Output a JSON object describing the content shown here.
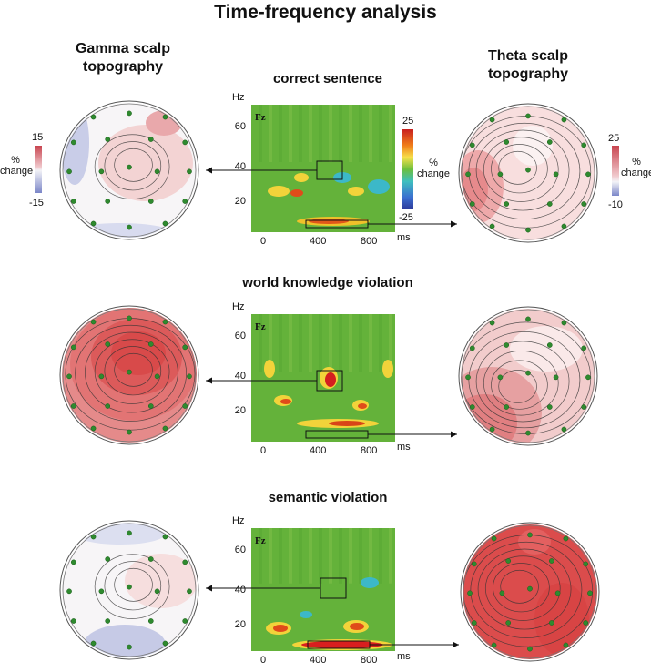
{
  "figure": {
    "title": "Time-frequency analysis"
  },
  "columns": {
    "gamma": "Gamma scalp\ntopography",
    "theta": "Theta scalp\ntopography"
  },
  "colorbars": {
    "gamma": {
      "max": "15",
      "min": "-15",
      "unit": "%\nchange"
    },
    "spectrogram": {
      "max": "25",
      "min": "-25",
      "unit": "%\nchange"
    },
    "theta": {
      "max": "25",
      "min": "-10",
      "unit": "%\nchange"
    }
  },
  "spectrogram_axes": {
    "y_unit": "Hz",
    "y_ticks": [
      "60",
      "40",
      "20"
    ],
    "x_ticks": [
      "0",
      "400",
      "800"
    ],
    "x_unit": "ms",
    "electrode": "Fz"
  },
  "conditions": [
    {
      "title": "correct sentence"
    },
    {
      "title": "world knowledge violation"
    },
    {
      "title": "semantic violation"
    }
  ],
  "colors": {
    "spectrogram_bg": "#64b23a",
    "topo_red": "#d94a4a",
    "topo_blue": "#9ea7d8",
    "electrode": "#2f8a2f"
  }
}
